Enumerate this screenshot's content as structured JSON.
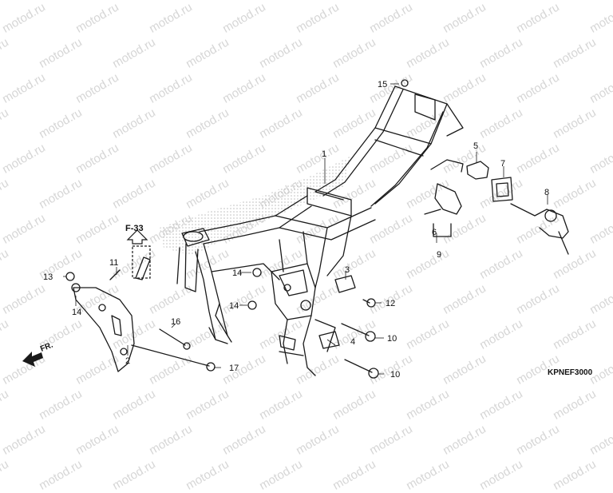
{
  "diagram": {
    "watermark": "motod.ru",
    "part_code": "KPNEF3000",
    "reference": "F-33",
    "direction_label": "FR.",
    "callouts": {
      "c1": "1",
      "c2": "2",
      "c3": "3",
      "c4": "4",
      "c5": "5",
      "c6": "6",
      "c7": "7",
      "c8": "8",
      "c9": "9",
      "c10a": "10",
      "c10b": "10",
      "c11": "11",
      "c12": "12",
      "c13": "13",
      "c14a": "14",
      "c14b": "14",
      "c14c": "14",
      "c15": "15",
      "c16": "16",
      "c17": "17"
    }
  },
  "colors": {
    "line": "#1a1a1a",
    "shade": "#c8c8c8",
    "watermark": "#d6d6d6"
  }
}
